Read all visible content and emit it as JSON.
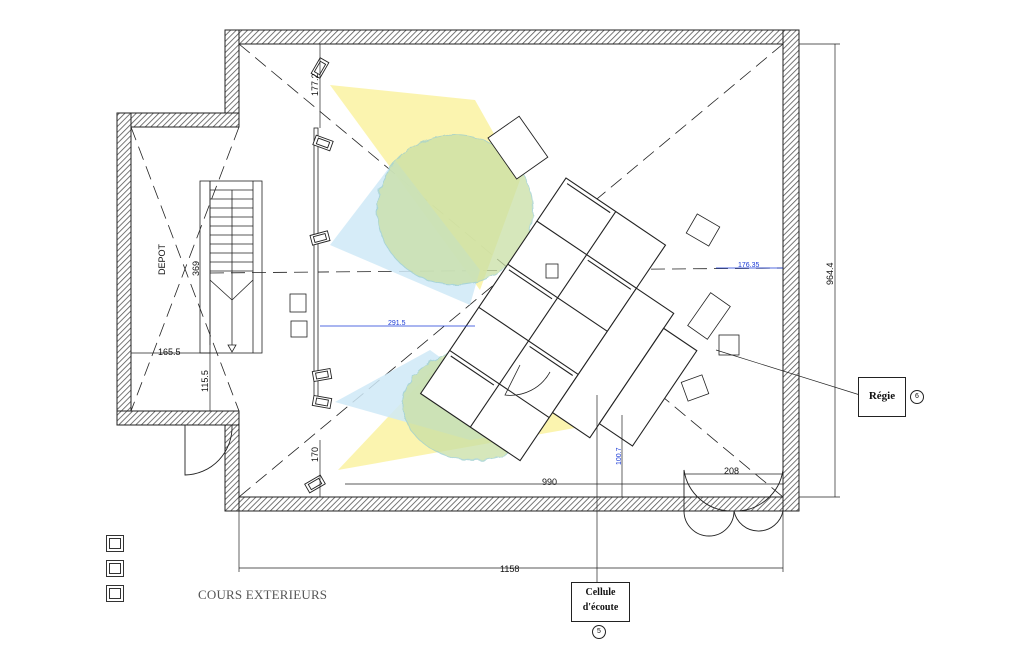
{
  "labels": {
    "depot": "DEPOT",
    "regie": "Régie",
    "regie_number": "6",
    "cellule_line1": "Cellule",
    "cellule_line2": "d'écoute",
    "cellule_number": "5",
    "courts": "COURS EXTERIEURS"
  },
  "dimensions": {
    "d1772": "177.2",
    "d369": "369",
    "d1655": "165.5",
    "d1155": "115.5",
    "d2915": "291.5",
    "d17635": "176.35",
    "d9644": "964.4",
    "d170": "170",
    "d1007": "100.7",
    "d990": "990",
    "d208": "208",
    "d1158": "1158"
  },
  "colors": {
    "wall_hatch": "#555555",
    "beam_yellow": "#fbf3a6",
    "beam_blue": "#cfe9f7",
    "zone_green": "#c9dfa4",
    "dimension_blue": "#1a3ad6"
  }
}
